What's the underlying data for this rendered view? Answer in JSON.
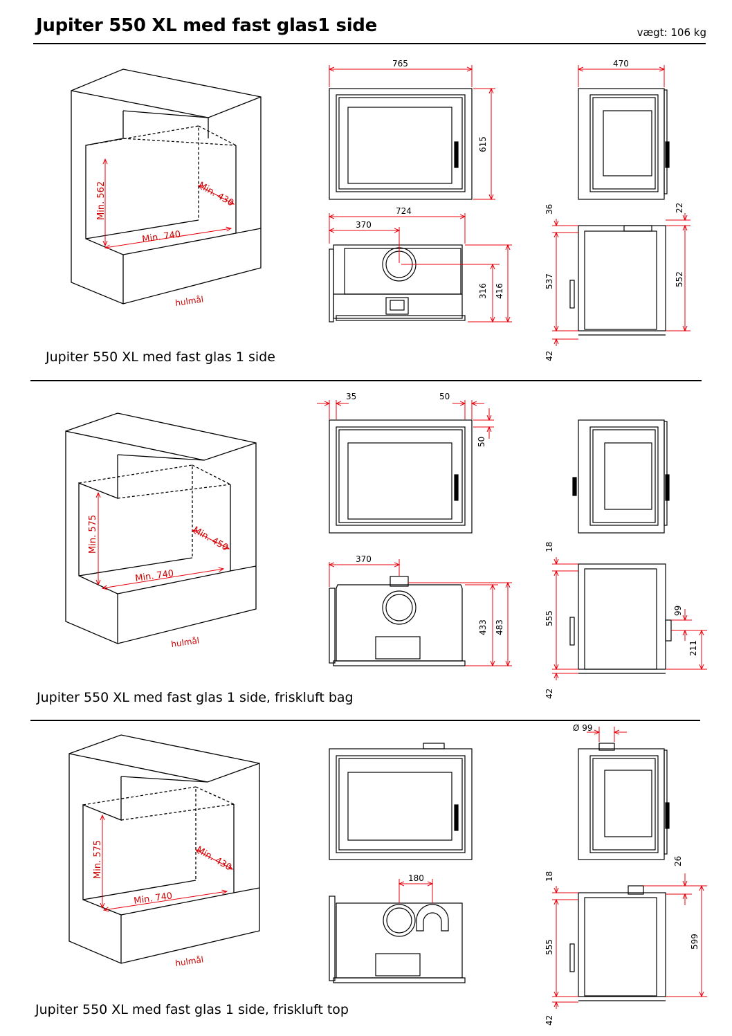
{
  "header": {
    "title": "Jupiter 550 XL med fast glas1 side",
    "weight": "vægt: 106 kg"
  },
  "sections": [
    {
      "caption": "Jupiter 550 XL med fast glas 1 side",
      "iso": {
        "height": "Min. 562",
        "depth": "Min. 430",
        "width": "Min. 740",
        "label": "hulmål"
      },
      "dims": [
        "765",
        "615",
        "724",
        "370",
        "316",
        "416",
        "470",
        "36",
        "22",
        "537",
        "552",
        "42"
      ]
    },
    {
      "caption": "Jupiter 550 XL med fast glas 1 side, friskluft bag",
      "iso": {
        "height": "Min. 575",
        "depth": "Min. 450",
        "width": "Min. 740",
        "label": "hulmål"
      },
      "dims": [
        "35",
        "50",
        "50",
        "370",
        "433",
        "483",
        "18",
        "555",
        "99",
        "211",
        "42"
      ]
    },
    {
      "caption": "Jupiter 550 XL med fast glas 1 side, friskluft top",
      "iso": {
        "height": "Min. 575",
        "depth": "Min. 430",
        "width": "Min. 740",
        "label": "hulmål"
      },
      "dims": [
        "Ø 99",
        "180",
        "26",
        "18",
        "555",
        "599",
        "42"
      ]
    }
  ],
  "colors": {
    "dimension_line": "#e8000b",
    "drawing_line": "#000000"
  }
}
